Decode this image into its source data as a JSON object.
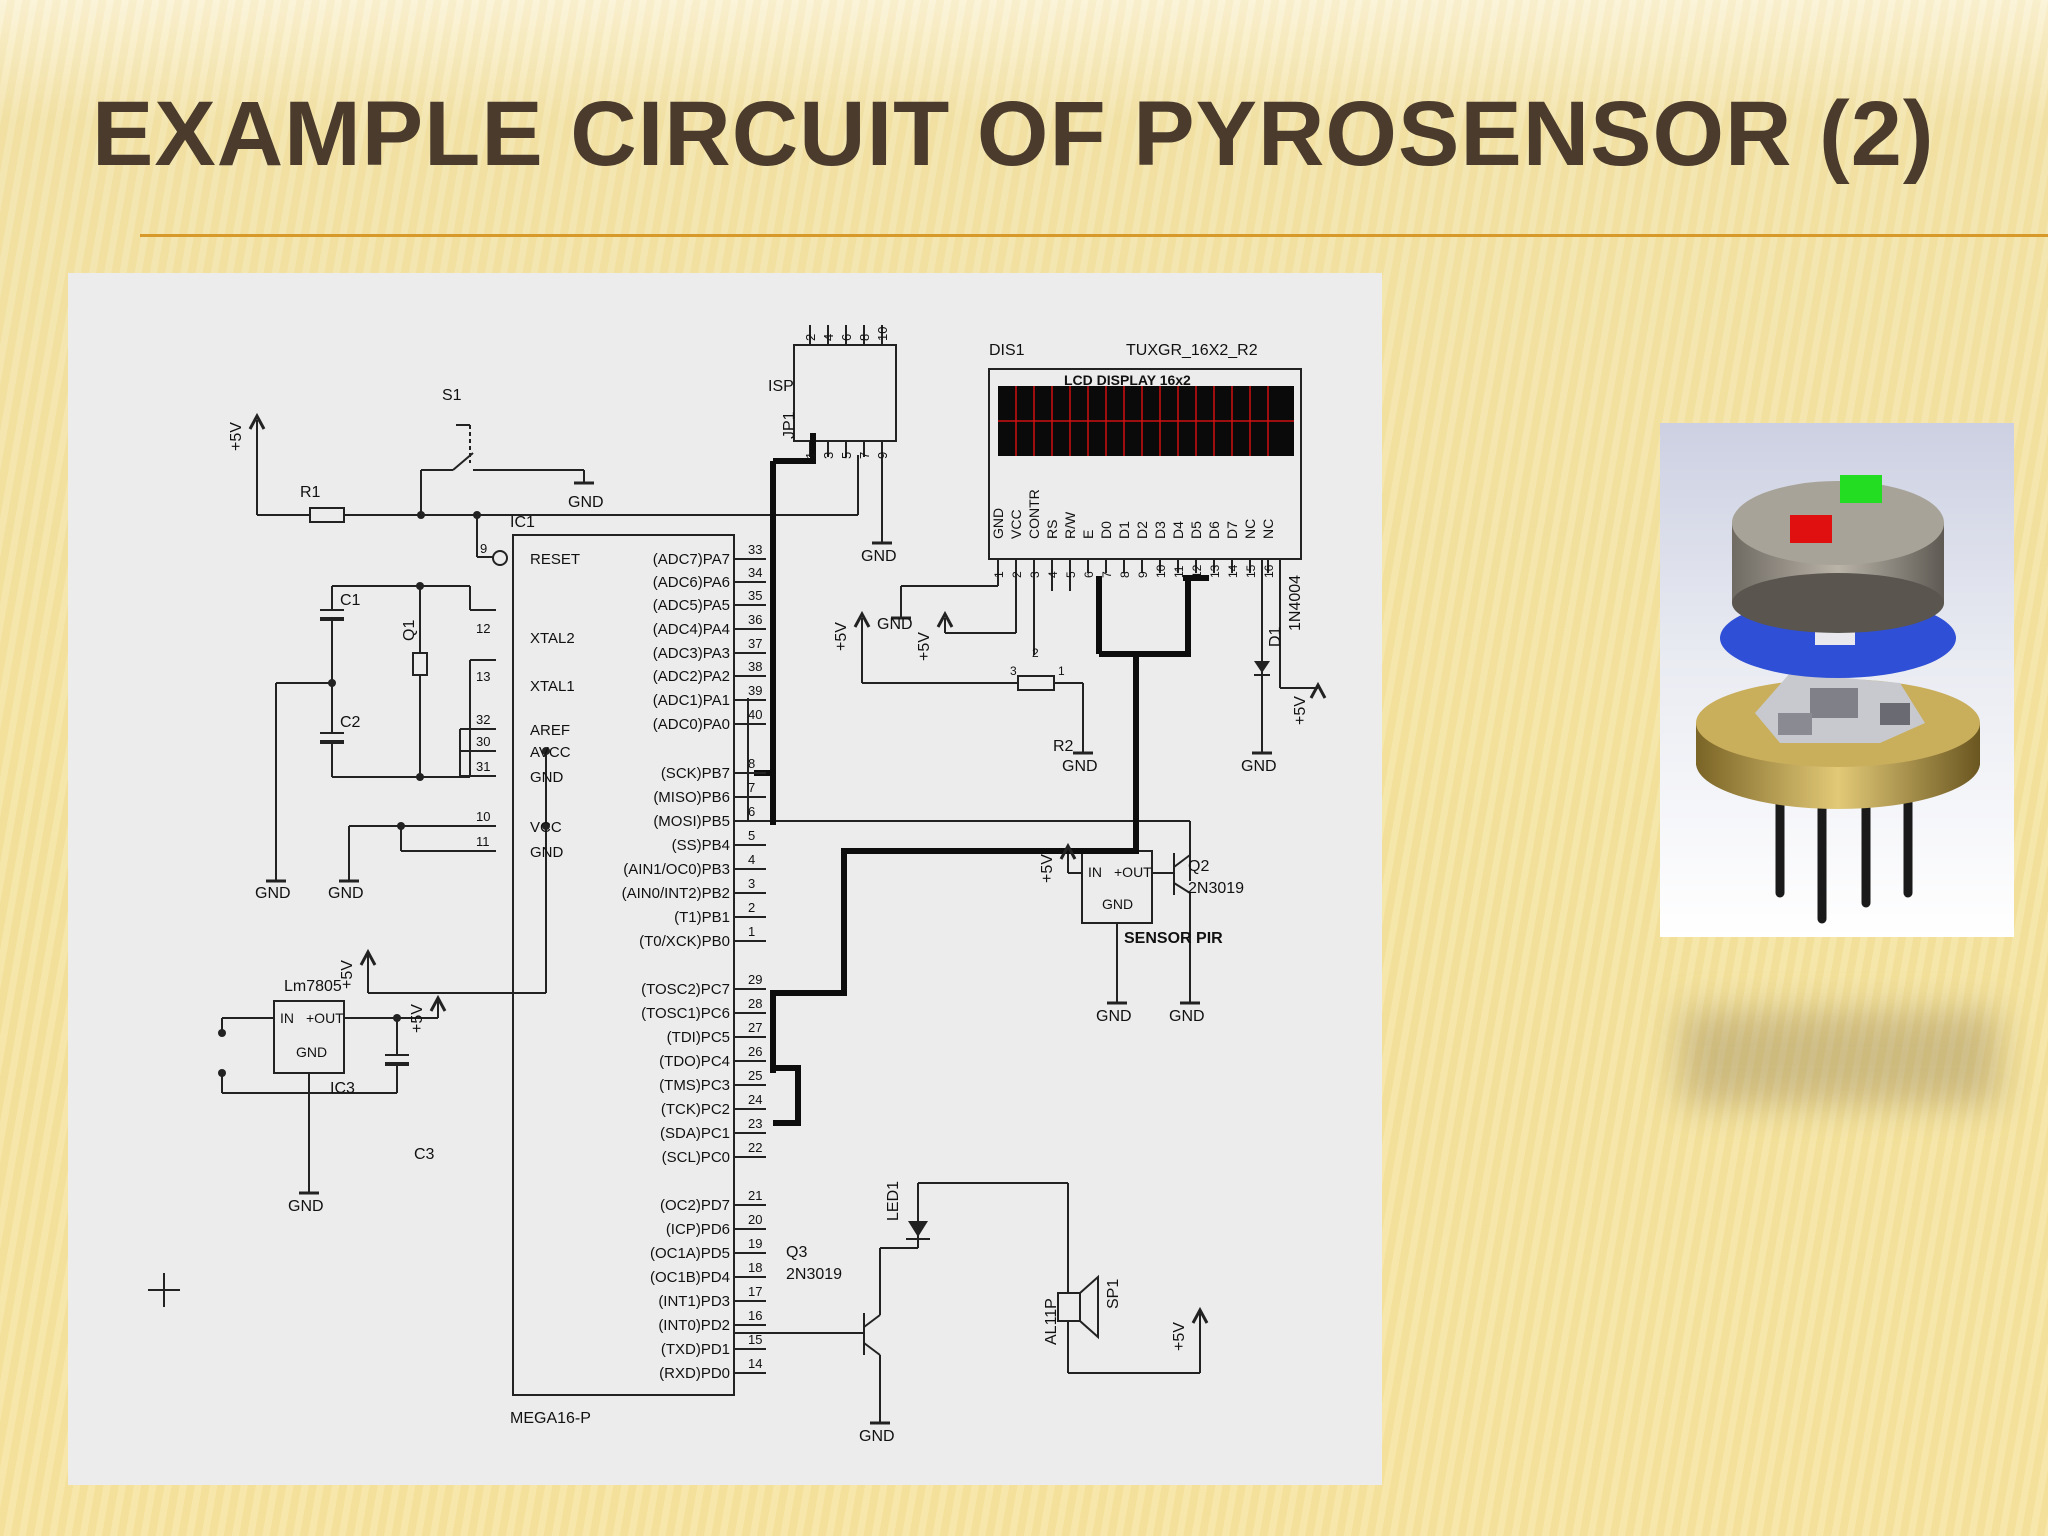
{
  "slide": {
    "title": "EXAMPLE CIRCUIT OF PYROSENSOR (2)"
  },
  "schematic": {
    "power": {
      "vcc_label": "+5V",
      "gnd_label": "GND"
    },
    "components": {
      "s1": "S1",
      "r1": "R1",
      "c1": "C1",
      "c2": "C2",
      "q1": "Q1",
      "c3": "C3",
      "ic1": "IC1",
      "ic1_part": "MEGA16-P",
      "ic3": "IC3",
      "ic3_part": "Lm7805",
      "jp1": "JP1",
      "isp": "ISP",
      "dis1": "DIS1",
      "dis1_part": "TUXGR_16X2_R2",
      "lcd_caption": "LCD DISPLAY 16x2",
      "r2": "R2",
      "d1": "D1",
      "d1_part": "1N4004",
      "q2": "Q2",
      "q2_part": "2N3019",
      "sensor": "SENSOR PIR",
      "q3": "Q3",
      "q3_part": "2N3019",
      "led1": "LED1",
      "sp1": "SP1",
      "sp1_part": "AL11P"
    },
    "regulator_pins": {
      "in": "IN",
      "out": "+OUT",
      "gnd": "GND"
    },
    "mcu_left_pins": [
      {
        "num": "9",
        "name": "RESET"
      },
      {
        "num": "12",
        "name": "XTAL2"
      },
      {
        "num": "13",
        "name": "XTAL1"
      },
      {
        "num": "32",
        "name": "AREF"
      },
      {
        "num": "30",
        "name": "AVCC"
      },
      {
        "num": "31",
        "name": "GND"
      },
      {
        "num": "10",
        "name": "VCC"
      },
      {
        "num": "11",
        "name": "GND"
      }
    ],
    "mcu_right_pins": [
      {
        "num": "33",
        "name": "(ADC7)PA7"
      },
      {
        "num": "34",
        "name": "(ADC6)PA6"
      },
      {
        "num": "35",
        "name": "(ADC5)PA5"
      },
      {
        "num": "36",
        "name": "(ADC4)PA4"
      },
      {
        "num": "37",
        "name": "(ADC3)PA3"
      },
      {
        "num": "38",
        "name": "(ADC2)PA2"
      },
      {
        "num": "39",
        "name": "(ADC1)PA1"
      },
      {
        "num": "40",
        "name": "(ADC0)PA0"
      },
      {
        "num": "8",
        "name": "(SCK)PB7"
      },
      {
        "num": "7",
        "name": "(MISO)PB6"
      },
      {
        "num": "6",
        "name": "(MOSI)PB5"
      },
      {
        "num": "5",
        "name": "(SS)PB4"
      },
      {
        "num": "4",
        "name": "(AIN1/OC0)PB3"
      },
      {
        "num": "3",
        "name": "(AIN0/INT2)PB2"
      },
      {
        "num": "2",
        "name": "(T1)PB1"
      },
      {
        "num": "1",
        "name": "(T0/XCK)PB0"
      },
      {
        "num": "29",
        "name": "(TOSC2)PC7"
      },
      {
        "num": "28",
        "name": "(TOSC1)PC6"
      },
      {
        "num": "27",
        "name": "(TDI)PC5"
      },
      {
        "num": "26",
        "name": "(TDO)PC4"
      },
      {
        "num": "25",
        "name": "(TMS)PC3"
      },
      {
        "num": "24",
        "name": "(TCK)PC2"
      },
      {
        "num": "23",
        "name": "(SDA)PC1"
      },
      {
        "num": "22",
        "name": "(SCL)PC0"
      },
      {
        "num": "21",
        "name": "(OC2)PD7"
      },
      {
        "num": "20",
        "name": "(ICP)PD6"
      },
      {
        "num": "19",
        "name": "(OC1A)PD5"
      },
      {
        "num": "18",
        "name": "(OC1B)PD4"
      },
      {
        "num": "17",
        "name": "(INT1)PD3"
      },
      {
        "num": "16",
        "name": "(INT0)PD2"
      },
      {
        "num": "15",
        "name": "(TXD)PD1"
      },
      {
        "num": "14",
        "name": "(RXD)PD0"
      }
    ],
    "jp1_top_pins": [
      "2",
      "4",
      "6",
      "8",
      "10"
    ],
    "jp1_bottom_pins": [
      "1",
      "3",
      "5",
      "7",
      "9"
    ],
    "lcd_pins": [
      {
        "num": "1",
        "name": "GND"
      },
      {
        "num": "2",
        "name": "VCC"
      },
      {
        "num": "3",
        "name": "CONTR"
      },
      {
        "num": "4",
        "name": "RS"
      },
      {
        "num": "5",
        "name": "R/W"
      },
      {
        "num": "6",
        "name": "E"
      },
      {
        "num": "7",
        "name": "D0"
      },
      {
        "num": "8",
        "name": "D1"
      },
      {
        "num": "9",
        "name": "D2"
      },
      {
        "num": "10",
        "name": "D3"
      },
      {
        "num": "11",
        "name": "D4"
      },
      {
        "num": "12",
        "name": "D5"
      },
      {
        "num": "13",
        "name": "D6"
      },
      {
        "num": "14",
        "name": "D7"
      },
      {
        "num": "15",
        "name": "NC"
      },
      {
        "num": "16",
        "name": "NC"
      }
    ],
    "pot_pins": [
      "1",
      "2",
      "3"
    ],
    "sensor_pins": {
      "in": "IN",
      "out": "+OUT",
      "gnd": "GND"
    }
  },
  "colors": {
    "title": "#4a3b2c",
    "rule": "#d79a2a",
    "wire": "#222222",
    "lcd_cell": "#0a0a0a",
    "lcd_frame": "#d01010",
    "sensor_window_green": "#22dd22",
    "sensor_window_red": "#e01010",
    "filter_disk": "#2f4fd6",
    "base_gold": "#b79a45"
  },
  "photo": {
    "icon": "pyroelectric-sensor-exploded-view"
  }
}
